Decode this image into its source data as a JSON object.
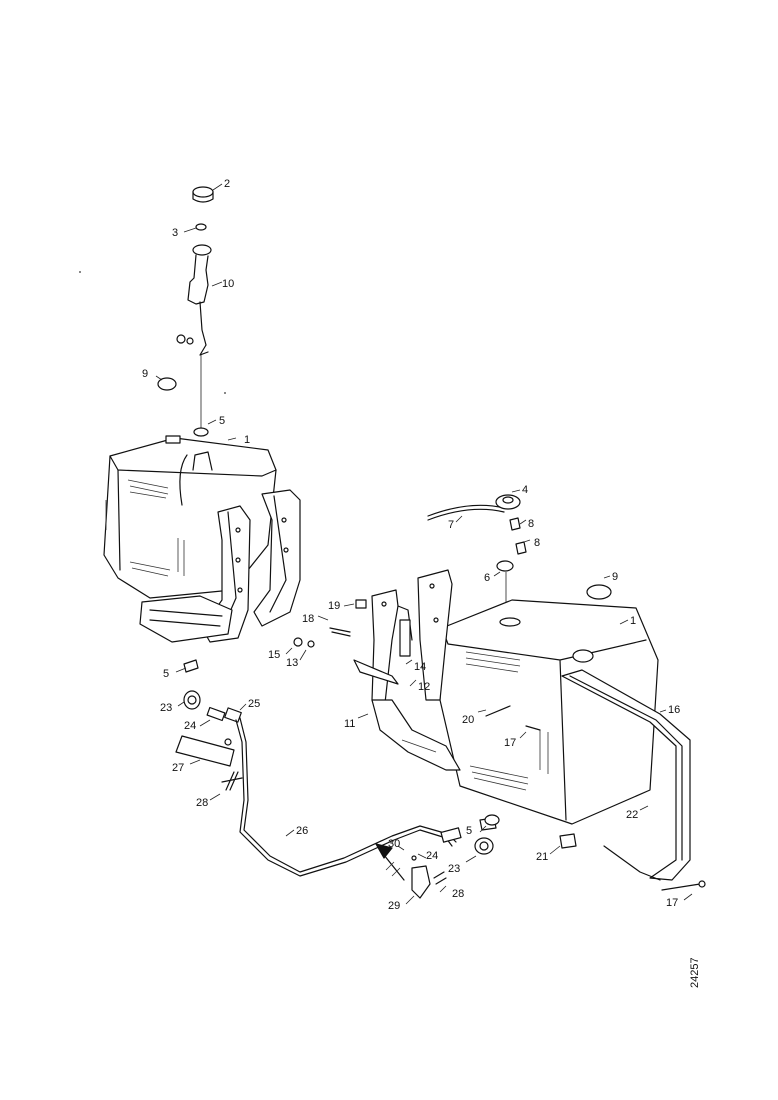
{
  "drawing": {
    "reference_number": "24257",
    "callouts": [
      "1",
      "2",
      "3",
      "4",
      "5",
      "6",
      "7",
      "8",
      "9",
      "10",
      "11",
      "12",
      "13",
      "14",
      "15",
      "16",
      "17",
      "18",
      "19",
      "20",
      "21",
      "22",
      "23",
      "24",
      "25",
      "26",
      "27",
      "28",
      "29",
      "30"
    ]
  },
  "labels": [
    {
      "id": "c2a",
      "text": "2"
    },
    {
      "id": "c3a",
      "text": "3"
    },
    {
      "id": "c10",
      "text": "10"
    },
    {
      "id": "c9a",
      "text": "9"
    },
    {
      "id": "c5a",
      "text": "5"
    },
    {
      "id": "c1a",
      "text": "1"
    },
    {
      "id": "c5b",
      "text": "5"
    },
    {
      "id": "c23a",
      "text": "23"
    },
    {
      "id": "c25",
      "text": "25"
    },
    {
      "id": "c24a",
      "text": "24"
    },
    {
      "id": "c27",
      "text": "27"
    },
    {
      "id": "c28a",
      "text": "28"
    },
    {
      "id": "c26",
      "text": "26"
    },
    {
      "id": "c30",
      "text": "30"
    },
    {
      "id": "c24b",
      "text": "24"
    },
    {
      "id": "c23b",
      "text": "23"
    },
    {
      "id": "c29",
      "text": "29"
    },
    {
      "id": "c28b",
      "text": "28"
    },
    {
      "id": "c4",
      "text": "4"
    },
    {
      "id": "c7",
      "text": "7"
    },
    {
      "id": "c8a",
      "text": "8"
    },
    {
      "id": "c8b",
      "text": "8"
    },
    {
      "id": "c6",
      "text": "6"
    },
    {
      "id": "c9b",
      "text": "9"
    },
    {
      "id": "c1b",
      "text": "1"
    },
    {
      "id": "c18",
      "text": "18"
    },
    {
      "id": "c19",
      "text": "19"
    },
    {
      "id": "c15",
      "text": "15"
    },
    {
      "id": "c13",
      "text": "13"
    },
    {
      "id": "c14",
      "text": "14"
    },
    {
      "id": "c12",
      "text": "12"
    },
    {
      "id": "c11",
      "text": "11"
    },
    {
      "id": "c20",
      "text": "20"
    },
    {
      "id": "c17a",
      "text": "17"
    },
    {
      "id": "c16",
      "text": "16"
    },
    {
      "id": "c22",
      "text": "22"
    },
    {
      "id": "c5c",
      "text": "5"
    },
    {
      "id": "c21",
      "text": "21"
    },
    {
      "id": "c17b",
      "text": "17"
    }
  ]
}
